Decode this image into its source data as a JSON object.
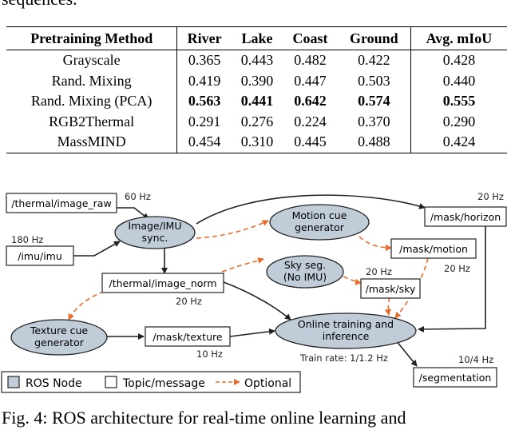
{
  "caption_top": "sequences.",
  "caption_bottom": "Fig. 4: ROS architecture for real-time online learning and",
  "table": {
    "headers": [
      "Pretraining Method",
      "River",
      "Lake",
      "Coast",
      "Ground",
      "Avg. mIoU"
    ],
    "rows": [
      {
        "cells": [
          "Grayscale",
          "0.365",
          "0.443",
          "0.482",
          "0.422",
          "0.428"
        ],
        "bold": false
      },
      {
        "cells": [
          "Rand. Mixing",
          "0.419",
          "0.390",
          "0.447",
          "0.503",
          "0.440"
        ],
        "bold": false
      },
      {
        "cells": [
          "Rand. Mixing (PCA)",
          "0.563",
          "0.441",
          "0.642",
          "0.574",
          "0.555"
        ],
        "bold": true
      },
      {
        "cells": [
          "RGB2Thermal",
          "0.291",
          "0.276",
          "0.224",
          "0.370",
          "0.290"
        ],
        "bold": false
      },
      {
        "cells": [
          "MassMIND",
          "0.454",
          "0.310",
          "0.445",
          "0.488",
          "0.424"
        ],
        "bold": false
      }
    ]
  },
  "diagram": {
    "colors": {
      "node_fill": "#c0cdd9",
      "optional_edge": "#ec6a2c",
      "edge": "#222222"
    },
    "nodes": {
      "sync": [
        "Image/IMU",
        "sync."
      ],
      "motion": [
        "Motion cue",
        "generator"
      ],
      "sky": [
        "Sky seg.",
        "(No IMU)"
      ],
      "texture": [
        "Texture cue",
        "generator"
      ],
      "online": [
        "Online training and",
        "inference"
      ]
    },
    "topics": {
      "image_raw": "/thermal/image_raw",
      "imu": "/imu/imu",
      "image_norm": "/thermal/image_norm",
      "horizon": "/mask/horizon",
      "motion": "/mask/motion",
      "sky": "/mask/sky",
      "texture": "/mask/texture",
      "segmentation": "/segmentation"
    },
    "rates": {
      "raw": "60 Hz",
      "imu": "180 Hz",
      "norm": "20 Hz",
      "horizon": "20 Hz",
      "motion": "20 Hz",
      "sky": "20 Hz",
      "texture": "10 Hz",
      "train": "Train rate: 1/1.2 Hz",
      "seg": "10/4 Hz"
    },
    "legend": {
      "node": "ROS Node",
      "topic": "Topic/message",
      "optional": "Optional"
    }
  }
}
